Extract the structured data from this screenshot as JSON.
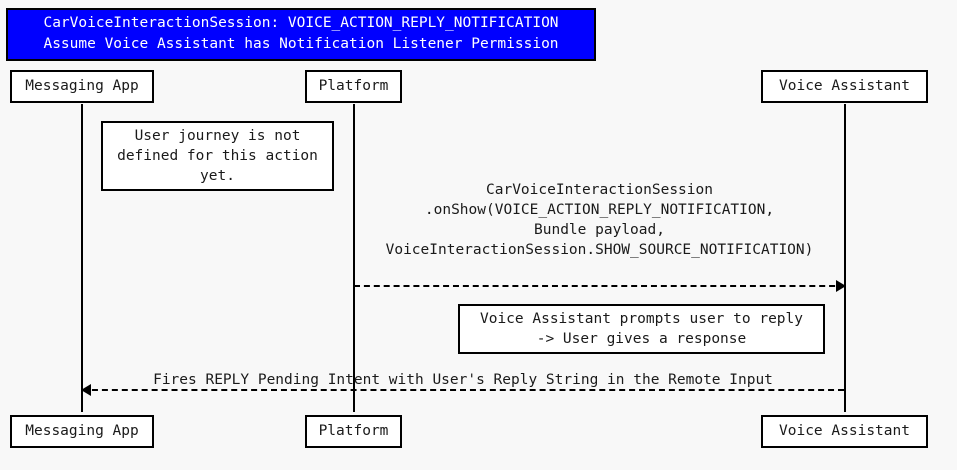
{
  "diagram": {
    "type": "uml-sequence-diagram",
    "background_color": "#f8f8f8",
    "title": {
      "background_color": "#0000ff",
      "text_color": "#ffffff",
      "line1": "CarVoiceInteractionSession: VOICE_ACTION_REPLY_NOTIFICATION",
      "line2": "Assume Voice Assistant has Notification Listener Permission"
    },
    "participants": [
      {
        "id": "messaging-app",
        "label": "Messaging App"
      },
      {
        "id": "platform",
        "label": "Platform"
      },
      {
        "id": "voice-assistant",
        "label": "Voice Assistant"
      }
    ],
    "notes": [
      {
        "id": "user-journey",
        "attached_to": "messaging-app",
        "lines": [
          "User journey is not",
          "defined for this action",
          "yet."
        ]
      },
      {
        "id": "assistant-prompt",
        "attached_to": "voice-assistant",
        "lines": [
          "Voice Assistant prompts user to reply",
          "-> User gives a response"
        ]
      }
    ],
    "messages": [
      {
        "id": "onshow",
        "from": "platform",
        "to": "voice-assistant",
        "direction": "right",
        "style": "dashed",
        "arrowhead": "filled",
        "lines": [
          "CarVoiceInteractionSession",
          ".onShow(VOICE_ACTION_REPLY_NOTIFICATION,",
          "Bundle payload,",
          "VoiceInteractionSession.SHOW_SOURCE_NOTIFICATION)"
        ]
      },
      {
        "id": "fires-reply",
        "from": "voice-assistant",
        "to": "messaging-app",
        "direction": "left",
        "style": "dashed",
        "arrowhead": "filled",
        "lines": [
          "Fires REPLY Pending Intent with User's Reply String in the Remote Input"
        ]
      }
    ]
  }
}
